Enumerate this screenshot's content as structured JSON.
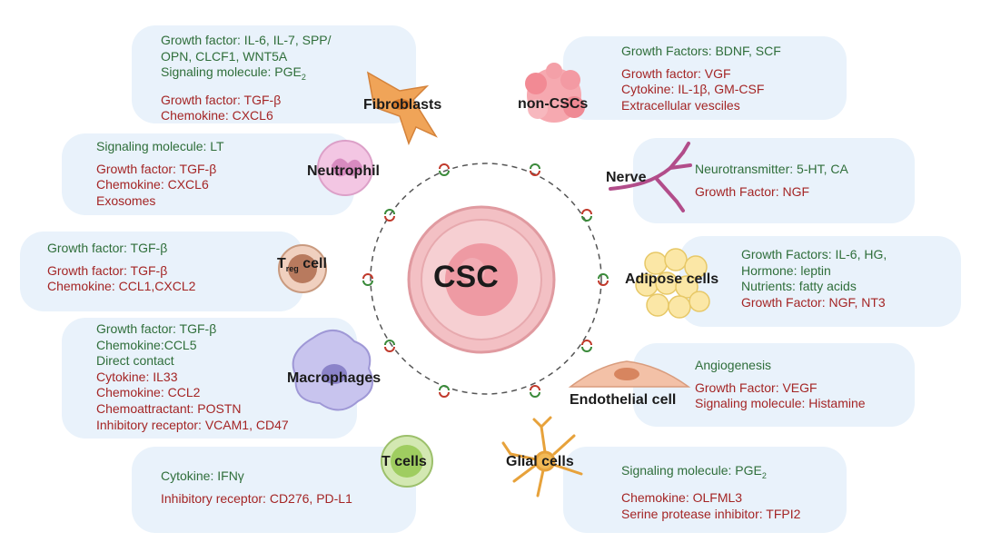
{
  "center": {
    "label": "CSC"
  },
  "panels": [
    {
      "id": "fibroblasts",
      "cell": "Fibroblasts",
      "lines": [
        {
          "text": "Growth factor: IL-6, IL-7, SPP/",
          "color": "green"
        },
        {
          "text": "OPN, CLCF1, WNT5A",
          "color": "green"
        },
        {
          "text": "Signaling molecule: PGE",
          "sub": "2",
          "color": "green"
        },
        {
          "text": "Growth factor: TGF-β",
          "color": "red",
          "gap": true
        },
        {
          "text": "Chemokine: CXCL6",
          "color": "red"
        }
      ]
    },
    {
      "id": "non-cscs",
      "cell": "non-CSCs",
      "lines": [
        {
          "text": "Growth Factors: BDNF, SCF",
          "color": "green"
        },
        {
          "text": "Growth factor: VGF",
          "color": "red",
          "gap": true
        },
        {
          "text": "Cytokine: IL-1β, GM-CSF",
          "color": "red"
        },
        {
          "text": "Extracellular vesciles",
          "color": "red"
        }
      ]
    },
    {
      "id": "neutrophil",
      "cell": "Neutrophil",
      "lines": [
        {
          "text": "Signaling molecule: LT",
          "color": "green"
        },
        {
          "text": "Growth factor: TGF-β",
          "color": "red",
          "gap": true
        },
        {
          "text": "Chemokine: CXCL6",
          "color": "red"
        },
        {
          "text": "Exosomes",
          "color": "red"
        }
      ]
    },
    {
      "id": "nerve",
      "cell": "Nerve",
      "lines": [
        {
          "text": "Neurotransmitter: 5-HT, CA",
          "color": "green"
        },
        {
          "text": "Growth Factor: NGF",
          "color": "red",
          "gap": true
        }
      ]
    },
    {
      "id": "treg",
      "cell": "T",
      "cell_sub": "reg",
      "cell_suffix": " cell",
      "lines": [
        {
          "text": "Growth factor: TGF-β",
          "color": "green"
        },
        {
          "text": "Growth factor: TGF-β",
          "color": "red",
          "gap": true
        },
        {
          "text": "Chemokine: CCL1,CXCL2",
          "color": "red"
        }
      ]
    },
    {
      "id": "adipose",
      "cell": "Adipose cells",
      "lines": [
        {
          "text": "Growth Factors: IL-6, HG,",
          "color": "green"
        },
        {
          "text": "Hormone: leptin",
          "color": "green"
        },
        {
          "text": "Nutrients: fatty acids",
          "color": "green"
        },
        {
          "text": "Growth Factor: NGF, NT3",
          "color": "red"
        }
      ]
    },
    {
      "id": "macrophages",
      "cell": "Macrophages",
      "lines": [
        {
          "text": "Growth factor: TGF-β",
          "color": "green"
        },
        {
          "text": "Chemokine:CCL5",
          "color": "green"
        },
        {
          "text": "Direct contact",
          "color": "green"
        },
        {
          "text": "Cytokine: IL33",
          "color": "red"
        },
        {
          "text": "Chemokine: CCL2",
          "color": "red"
        },
        {
          "text": "Chemoattractant: POSTN",
          "color": "red"
        },
        {
          "text": "Inhibitory receptor: VCAM1, CD47",
          "color": "red"
        }
      ]
    },
    {
      "id": "endothelial",
      "cell": "Endothelial cell",
      "lines": [
        {
          "text": "Angiogenesis",
          "color": "green"
        },
        {
          "text": "Growth Factor: VEGF",
          "color": "red",
          "gap": true
        },
        {
          "text": "Signaling molecule: Histamine",
          "color": "red"
        }
      ]
    },
    {
      "id": "tcells",
      "cell": "T cells",
      "lines": [
        {
          "text": "Cytokine: IFNγ",
          "color": "green"
        },
        {
          "text": "Inhibitory receptor: CD276, PD-L1",
          "color": "red",
          "gap": true
        }
      ]
    },
    {
      "id": "glial",
      "cell": "Glial cells",
      "lines": [
        {
          "text": "Signaling molecule: PGE",
          "sub": "2",
          "color": "green"
        },
        {
          "text": "Chemokine: OLFML3",
          "color": "red",
          "gap": true
        },
        {
          "text": "Serine protease inhibitor: TFPI2",
          "color": "red"
        }
      ]
    }
  ],
  "colors": {
    "panel_bg": "#e9f2fb",
    "green_text": "#2f6e3a",
    "red_text": "#a42525",
    "arrow_red": "#c0392b",
    "arrow_green": "#3a8a3a"
  }
}
